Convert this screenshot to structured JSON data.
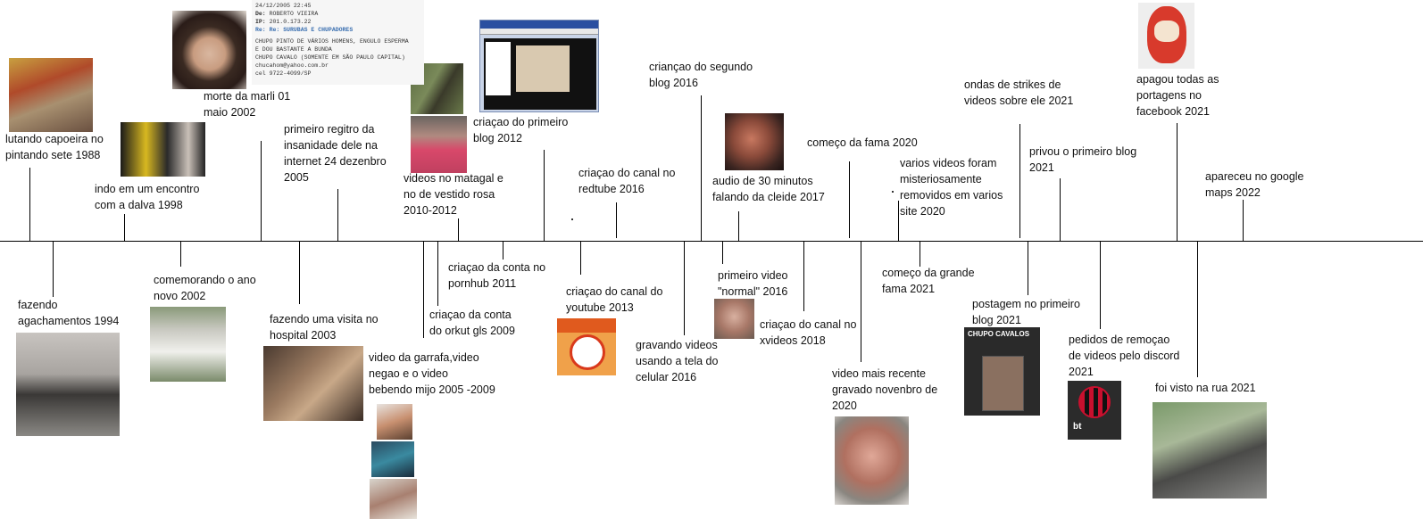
{
  "events_above": [
    {
      "label": "lutando capoeira no\npintando sete 1988"
    },
    {
      "label": "indo em um encontro\ncom a dalva 1998"
    },
    {
      "label": "morte da marli 01\nmaio 2002"
    },
    {
      "label": "primeiro regitro da\ninsanidade dele na\ninternet 24 dezenbro\n2005"
    },
    {
      "label": "videos no matagal e\nno de vestido rosa\n2010-2012"
    },
    {
      "label": "criaçao do primeiro\nblog 2012"
    },
    {
      "label": "criaçao do canal no\nredtube 2016"
    },
    {
      "label": "criançao do segundo\nblog 2016"
    },
    {
      "label": "audio de 30 minutos\nfalando da cleide 2017"
    },
    {
      "label": "começo da fama 2020"
    },
    {
      "label": "varios videos foram\nmisteriosamente\nremovidos em varios\nsite 2020"
    },
    {
      "label": "ondas de strikes de\nvideos sobre ele 2021"
    },
    {
      "label": "privou o primeiro blog\n2021"
    },
    {
      "label": "apagou todas as\nportagens no\nfacebook 2021"
    },
    {
      "label": "apareceu no google\nmaps 2022"
    }
  ],
  "events_below": [
    {
      "label": "fazendo\nagachamentos 1994"
    },
    {
      "label": "comemorando o ano\nnovo 2002"
    },
    {
      "label": "fazendo uma visita no\nhospital 2003"
    },
    {
      "label": "video da garrafa,video\nnegao e o video\nbebendo mijo 2005 -2009"
    },
    {
      "label": "criaçao da conta\ndo orkut gls 2009"
    },
    {
      "label": "criaçao da conta no\npornhub 2011"
    },
    {
      "label": "criaçao do canal do\nyoutube 2013"
    },
    {
      "label": "gravando videos\nusando a tela do\ncelular 2016"
    },
    {
      "label": "primeiro video\n\"normal\" 2016"
    },
    {
      "label": "criaçao do canal no\nxvideos 2018"
    },
    {
      "label": "video mais recente\ngravado novenbro de\n2020"
    },
    {
      "label": "começo da grande\nfama 2021"
    },
    {
      "label": "postagem no primeiro\nblog 2021"
    },
    {
      "label": "pedidos de remoçao\nde videos pelo discord\n2021"
    },
    {
      "label": "foi visto na rua 2021"
    }
  ],
  "email": {
    "date": "24/12/2005 22:45",
    "from_label": "De:",
    "from": "ROBERTO VIEIRA",
    "ip_label": "IP:",
    "ip": "201.0.173.22",
    "subject": "Re: Re: SURUBAS E CHUPADORES",
    "body": "CHUPO PINTO DE VÁRIOS HOMENS, ENGULO ESPERMA\nE DOU BASTANTE A BUNDA\nCHUPO CAVALO (SOMENTE EM SÃO PAULO CAPITAL)\nchucahom@yahoo.com.br\ncel 9722-4099/SP"
  },
  "thumbnails": {
    "chupo_cavalos_title": "CHUPO CAVALOS",
    "bt_text": "bt"
  },
  "colors": {
    "axis": "#000000",
    "text": "#111111",
    "email_subject": "#3a6fb0"
  }
}
